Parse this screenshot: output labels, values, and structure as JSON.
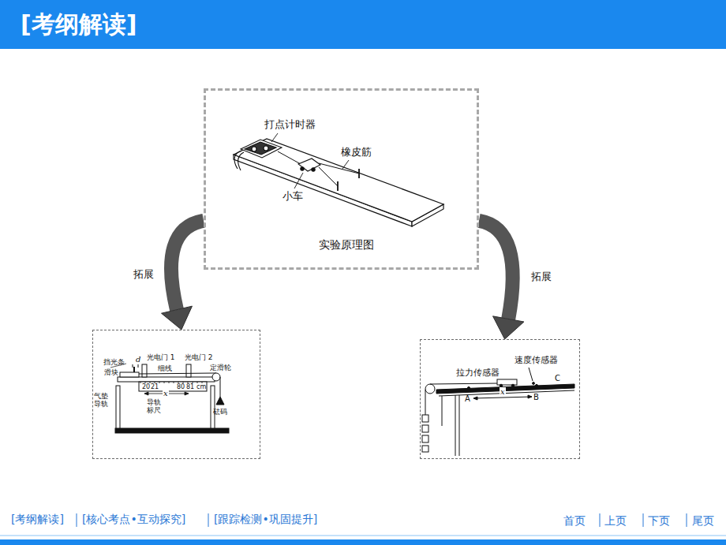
{
  "diagram": {
    "title": "[考纲解读]",
    "nodes": [
      {
        "text": [
          "打点计时器",
          "橡皮筋",
          "小车",
          "实验原理图"
        ]
      },
      {
        "text": [
          "挡光条",
          "d",
          "光电门 1",
          "光电门 2",
          "滑块",
          "细线",
          "定滑轮",
          "20",
          "21",
          "80",
          "81",
          "cm",
          "x",
          "气垫 导轨",
          "导轨 标尺",
          "砝码"
        ]
      },
      {
        "text": [
          "拉力传感器",
          "速度传感器",
          "A",
          "x",
          "B",
          "C"
        ]
      }
    ],
    "edges": [
      {
        "from": 0,
        "to": 1,
        "label": "拓展",
        "arrow": "to"
      },
      {
        "from": 0,
        "to": 2,
        "label": "拓展",
        "arrow": "to"
      }
    ],
    "labels": [
      "[考纲解读]",
      "[核心考点•互动探究]",
      "[跟踪检测•巩固提升]",
      "首页",
      "上页",
      "下页",
      "尾页"
    ]
  }
}
